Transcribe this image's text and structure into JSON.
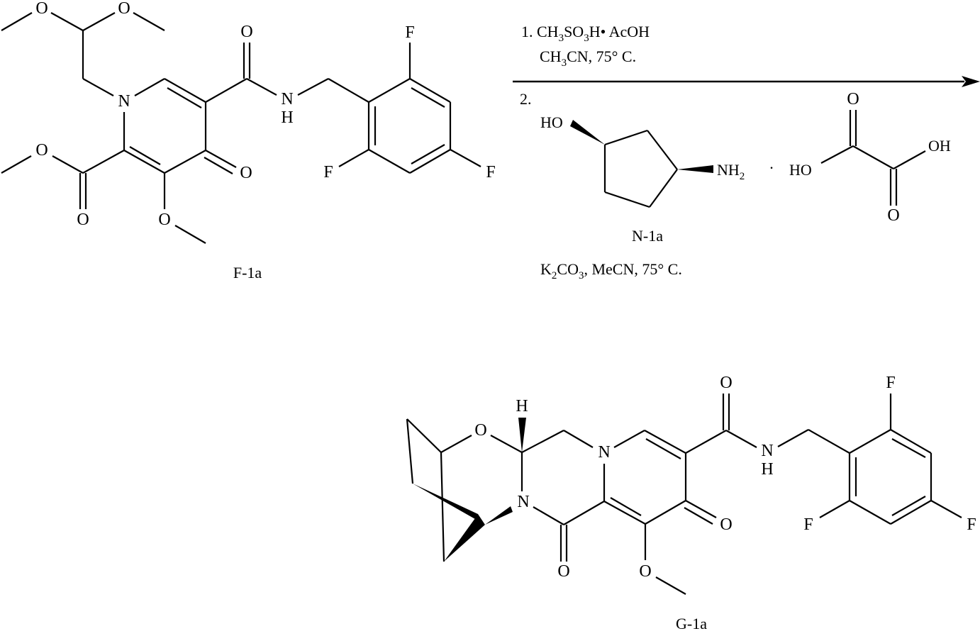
{
  "scheme": {
    "type": "reaction-scheme",
    "starting_material": {
      "label": "F-1a",
      "atoms": [
        "O",
        "O",
        "O",
        "N",
        "H",
        "F",
        "F",
        "F",
        "N",
        "O",
        "O",
        "O",
        "O"
      ]
    },
    "arrow": {
      "step1_line1_prefix": "1. CH",
      "step1_line1_sub1": "3",
      "step1_line1_mid": "SO",
      "step1_line1_sub2": "3",
      "step1_line1_suffix": "H• AcOH",
      "step1_line2_prefix": "CH",
      "step1_line2_sub": "3",
      "step1_line2_suffix": "CN, 75° C.",
      "step2_number": "2.",
      "reagent_label": "N-1a",
      "reagent_ho": "HO",
      "reagent_nh": "NH",
      "reagent_nh_sub": "2",
      "salt_dot": "·",
      "oxalic_ho": "HO",
      "oxalic_oh": "OH",
      "oxalic_o_top": "O",
      "oxalic_o_bottom": "O",
      "conditions_prefix": "K",
      "conditions_sub1": "2",
      "conditions_mid": "CO",
      "conditions_sub2": "3",
      "conditions_suffix": ", MeCN, 75° C."
    },
    "product": {
      "label": "G-1a"
    }
  },
  "atoms": {
    "O": "O",
    "N": "N",
    "H": "H",
    "F": "F"
  }
}
